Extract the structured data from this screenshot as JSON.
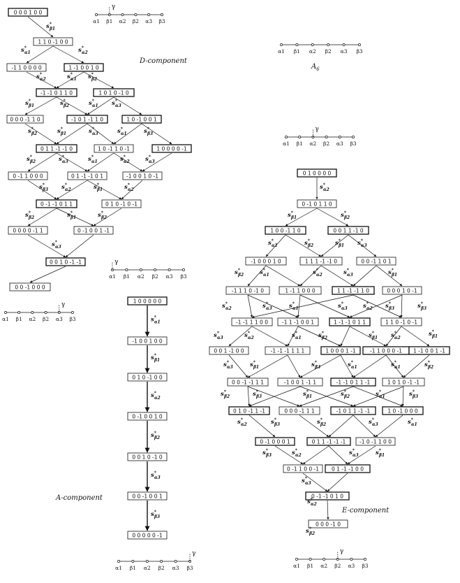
{
  "components": {
    "d_title": "D-component",
    "a_title": "A-component",
    "e_title": "E-component",
    "a6_title": "A6"
  },
  "dynkin_labels": [
    "α1",
    "β1",
    "α2",
    "β2",
    "α3",
    "β3"
  ],
  "gamma": "γ",
  "d_vectors": [
    "0 0 0 1 0 0",
    "1 1 0 -1 0 0",
    "-1 1 0 0 0 0",
    "1 -1 0 0 1 0",
    "-1 -1 0 1 1 0",
    "1 0 1 0 -1 0",
    "0 0 0 -1 1 0",
    "-1 0 1 -1 1 0",
    "1 0 -1 0 0 1",
    "0 1 1 -1 -1 0",
    "1 0 -1 1 0 -1",
    "1 0 0 0 0 -1",
    "0 -1 1 0 0 0",
    "0 1 -1 -1 0 1",
    "-1 0 0 1 0 -1",
    "0 -1 -1 0 1 1",
    "0 1 0 -1 0 -1",
    "0 0 0 0 -1 1",
    "0 -1 0 0 1 -1",
    "0 0 1 0 -1 -1",
    "0 0 -1 0 0 0"
  ],
  "d_labels": [
    "s*β1",
    "s*α1",
    "s*α2",
    "s*α2",
    "s*α1",
    "s*β2",
    "s*β1",
    "s*β2",
    "s*α1",
    "s*α3",
    "s*β2",
    "s*β1",
    "s*α3",
    "s*α1",
    "s*β3",
    "s*β2",
    "s*α3",
    "s*α1",
    "s*α2",
    "s*α3",
    "s*β3",
    "s*α2",
    "s*β1",
    "s*α2",
    "s*β2",
    "s*β1",
    "s*β2",
    "s*α3"
  ],
  "a_vectors": [
    "1 0 0 0 0 0",
    "-1 0 0 1 0 0",
    "0 1 0 -1 0 0",
    "0 -1 0 0 1 0",
    "0 0 1 0 -1 0",
    "0 0 -1 0 0 1",
    "0 0 0 0 0 -1"
  ],
  "a_labels": [
    "s*α1",
    "s*β1",
    "s*α2",
    "s*β2",
    "s*α3",
    "s*β3"
  ],
  "e_vectors": [
    "0 1 0 0 0 0",
    "0 -1 0 1 1 0",
    "1 0 0 -1 1 0",
    "0 0 1 1 -1 0",
    "-1 0 0 0 1 0",
    "1 1 1 -1 -1 0",
    "0 0 -1 1 0 1",
    "-1 1 1 0 -1 0",
    "1 -1 1 0 0 0",
    "1 1 -1 -1 1 0",
    "0 0 0 1 0 -1",
    "-1 -1 1 1 0 0",
    "-1 1 -1 0 0 1",
    "1 -1 -1 0 1 1",
    "1 1 0 -1 0 -1",
    "0 0 1 -1 0 0",
    "-1 -1 -1 1 1 1",
    "1 0 0 0 1 -1",
    "-1 1 0 0 0 -1",
    "1 -1 0 0 1 -1",
    "0 0 -1 -1 1 1",
    "-1 0 0 1 -1 1",
    "-1 -1 0 1 1 -1",
    "1 0 1 0 -1 -1",
    "0 1 0 -1 1 -1",
    "0 0 0 -1 1 1",
    "-1 0 1 1 -1 -1",
    "1 0 -1 0 0 0",
    "0 -1 0 0 0 1",
    "0 1 1 -1 -1 -1",
    "-1 0 -1 1 0 0",
    "0 -1 1 0 0 -1",
    "0 1 -1 -1 0 0",
    "0 -1 -1 0 1 0",
    "0 0 0 -1 0"
  ],
  "e_labels": [
    "s*α2",
    "s*β1",
    "s*β2",
    "s*α1",
    "s*β2",
    "s*β1",
    "s*α3",
    "s*β2",
    "s*α1",
    "s*α2",
    "s*α3",
    "s*β1",
    "s*β3",
    "s*α2",
    "s*α3",
    "s*α1",
    "s*α3",
    "s*α2",
    "s*β3",
    "s*β1",
    "s*α3",
    "s*α2",
    "s*α1",
    "s*β2",
    "s*β1",
    "s*α2",
    "s*α3",
    "s*β1",
    "s*β3",
    "s*α1",
    "s*α1",
    "s*β2",
    "s*β2",
    "s*β3",
    "s*β1",
    "s*β2",
    "s*α1",
    "s*β3",
    "s*α2",
    "s*β3",
    "s*β2",
    "s*α3",
    "s*α1",
    "s*β3",
    "s*α2",
    "s*α3",
    "s*β1",
    "s*α3",
    "s*α2",
    "s*β2"
  ]
}
